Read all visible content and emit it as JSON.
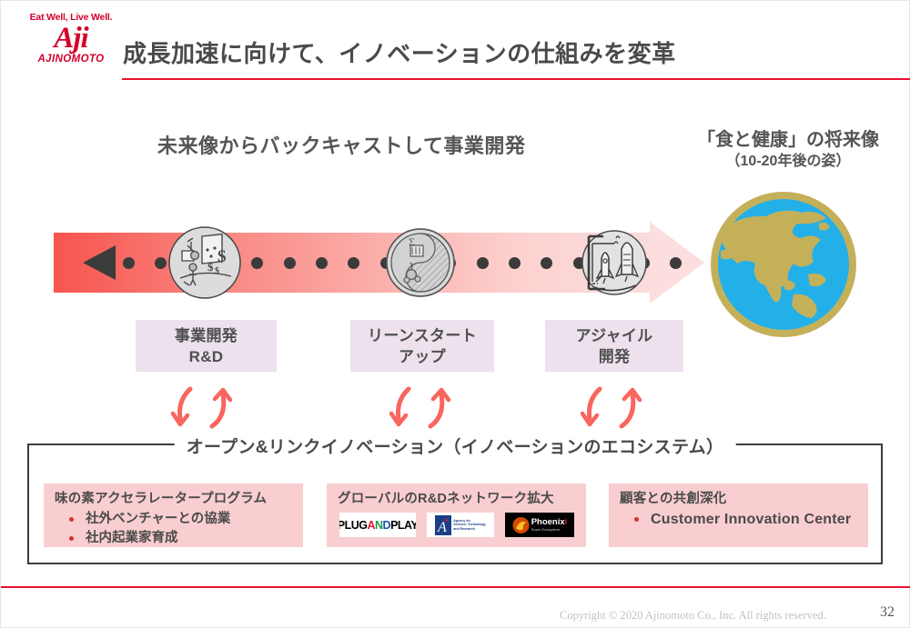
{
  "brand": {
    "tagline": "Eat Well, Live Well.",
    "mark": "Aji",
    "wordmark": "AJINOMOTO",
    "accent_red": "#e8112d",
    "logo_red": "#d4002a"
  },
  "header": {
    "title": "成長加速に向けて、イノベーションの仕組みを変革",
    "rule_color": "#e8112d"
  },
  "headings": {
    "left": "未来像からバックキャストして事業開発",
    "right_line1": "「食と健康」の将来像",
    "right_line2": "（10-20年後の姿）"
  },
  "timeline": {
    "band_gradient_from": "#f8554f",
    "band_gradient_to": "#fbdedd",
    "arrowhead_color": "#3b3b3b",
    "dot_color": "#3b3b3b",
    "dot_count": 18,
    "icons": [
      {
        "name": "business-development-icon",
        "alt": "事業開発 手描きアイコン"
      },
      {
        "name": "lean-startup-icon",
        "alt": "リーンスタートアップ 手描きアイコン"
      },
      {
        "name": "agile-rocket-icon",
        "alt": "アジャイル開発 ロケットアイコン"
      }
    ],
    "globe": {
      "land_color": "#c5b05a",
      "ocean_color": "#23b0e8",
      "alt": "地球 アジア地域"
    }
  },
  "stage_boxes": [
    {
      "line1": "事業開発",
      "line2": "R&D"
    },
    {
      "line1": "リーンスタート",
      "line2": "アップ"
    },
    {
      "line1": "アジャイル",
      "line2": "開発"
    }
  ],
  "stage_box_color": "#ece1ec",
  "curved_arrow_color": "#f9655f",
  "ecosystem": {
    "legend": "オープン&リンクイノベーション（イノベーションのエコシステム）",
    "border_color": "#3d3d3d",
    "panel_color": "#f9ced0",
    "bullet_color": "#d8312e",
    "panels": [
      {
        "title": "味の素アクセラレータープログラム",
        "bullets": [
          "社外ベンチャーとの協業",
          "社内起業家育成"
        ],
        "logos": []
      },
      {
        "title": "グローバルのR&Dネットワーク拡大",
        "bullets": [],
        "logos": [
          {
            "name": "plug-and-play-logo",
            "text": "PLUGANDPLAY"
          },
          {
            "name": "astar-logo",
            "text": "Agency for Science, Technology and Research"
          },
          {
            "name": "phoenixi-logo",
            "text": "Phoenixi Super Ecosystem"
          }
        ]
      },
      {
        "title": "顧客との共創深化",
        "bullets": [
          "Customer Innovation Center"
        ],
        "logos": []
      }
    ]
  },
  "footer": {
    "copyright": "Copyright © 2020 Ajinomoto Co., Inc. All rights reserved.",
    "page_number": "32",
    "rule_color": "#e8112d"
  }
}
